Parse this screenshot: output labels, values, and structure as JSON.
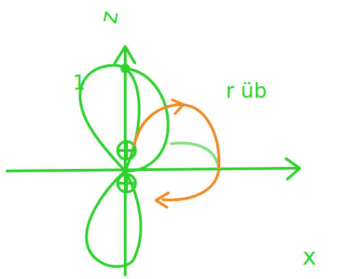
{
  "diagram": {
    "labels": [
      "z",
      "x",
      "1",
      "r üb"
    ]
  }
}
